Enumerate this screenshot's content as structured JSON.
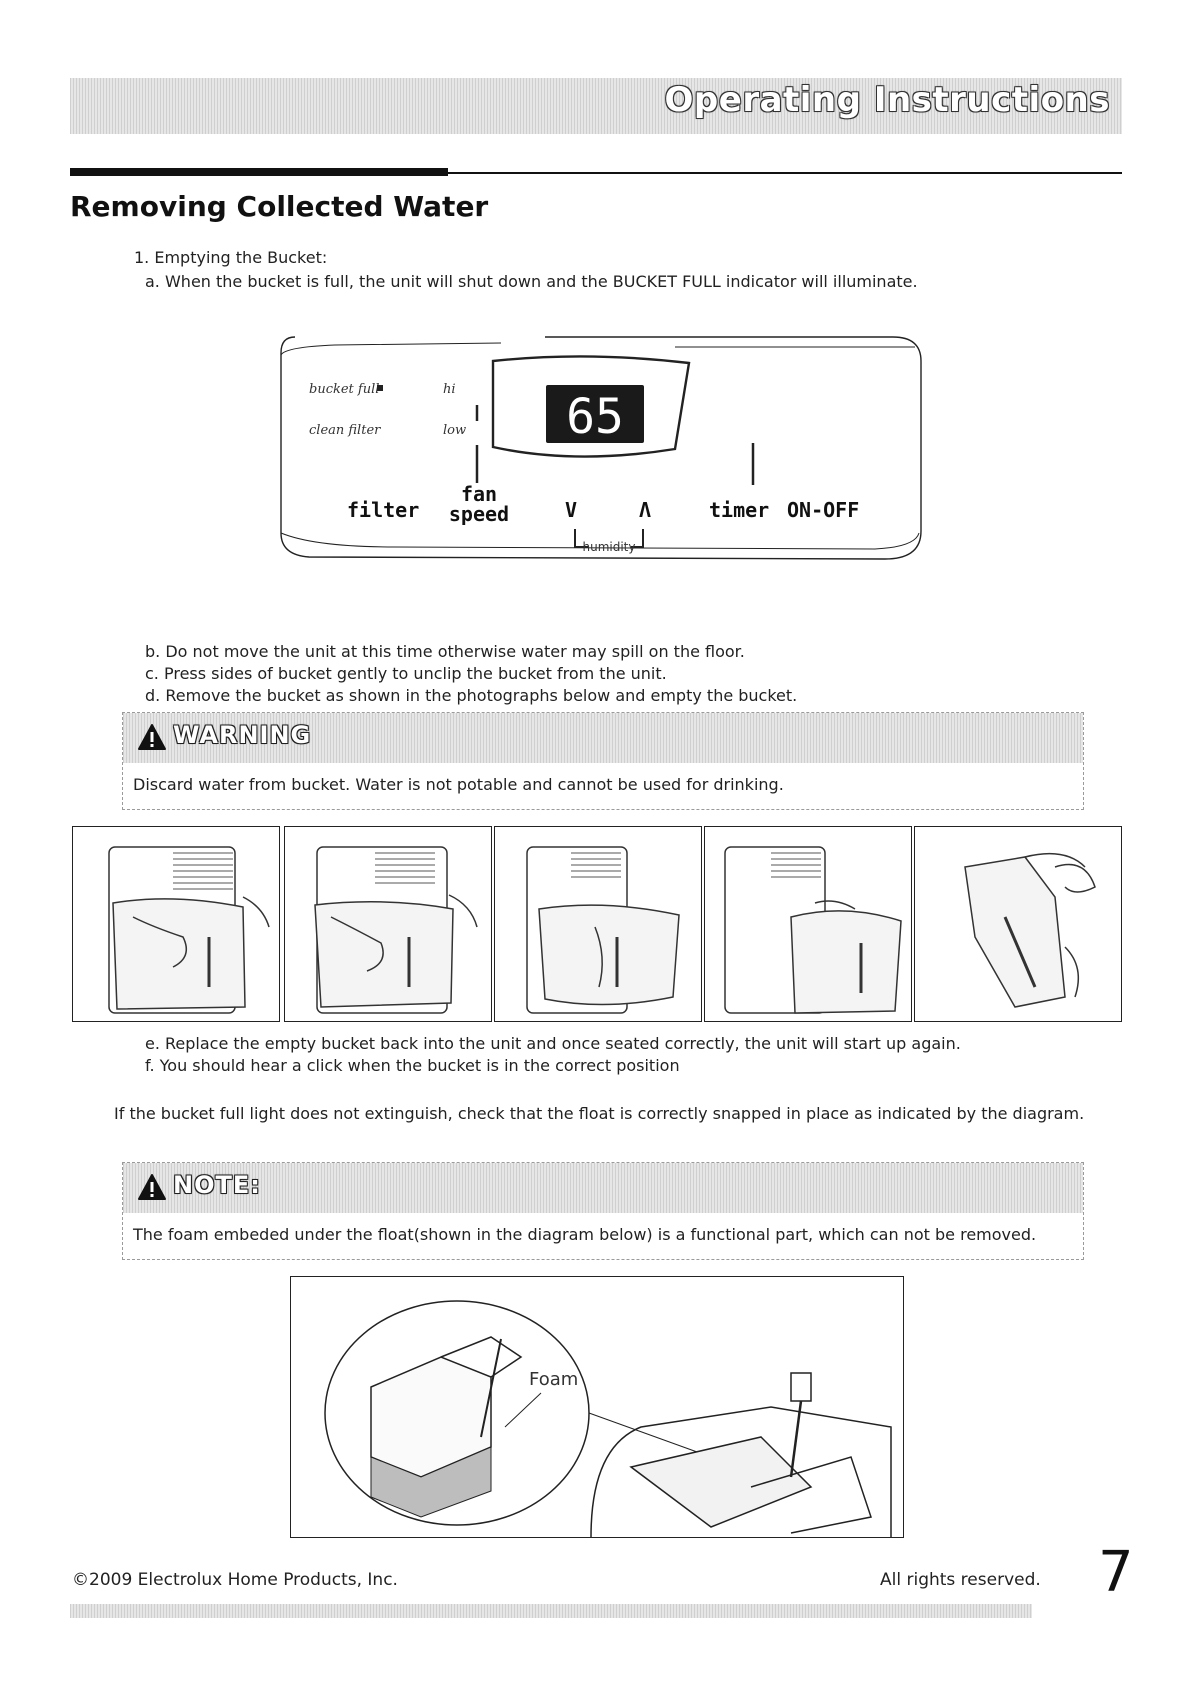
{
  "header": {
    "title": "Operating Instructions"
  },
  "section": {
    "title": "Removing Collected Water"
  },
  "steps": {
    "s1": "1. Emptying the Bucket:",
    "a": "a.  When the bucket is full, the unit will shut down and the BUCKET FULL indicator will illuminate.",
    "b": "b.   Do not move the unit at this time otherwise water may spill on the floor.",
    "c": "c.   Press sides of bucket gently to unclip the bucket from the unit.",
    "d": "d.   Remove the bucket as shown in the photographs below and empty the bucket.",
    "e": "e.  Replace the empty bucket back into the unit and once seated correctly, the unit will start up again.",
    "f": "f.   You should hear a click when the bucket is in the correct position"
  },
  "panel": {
    "bucket_full": "bucket full",
    "clean_filter": "clean filter",
    "hi": "hi",
    "low": "low",
    "display": "65",
    "filter": "filter",
    "fan": "fan",
    "speed": "speed",
    "down": "V",
    "up": "Λ",
    "humidity": "humidity",
    "timer": "timer",
    "on_off": "ON-OFF"
  },
  "warning": {
    "label": "WARNING",
    "text": "Discard water from bucket. Water is not potable and cannot be used for drinking."
  },
  "float_note": "If the bucket full light does not extinguish, check that the float is correctly snapped in place as indicated by the diagram.",
  "note": {
    "label": "NOTE:",
    "text": "The foam embeded under the float(shown in the diagram below) is a functional part, which can not be removed."
  },
  "diagram": {
    "foam_label": "Foam"
  },
  "footer": {
    "copyright": "©2009 Electrolux Home Products, Inc.",
    "rights": "All rights reserved.",
    "page_number": "7"
  },
  "colors": {
    "banner_hatch": "#e6e6e6",
    "display_bg": "#1a1a1a",
    "text": "#222222"
  }
}
